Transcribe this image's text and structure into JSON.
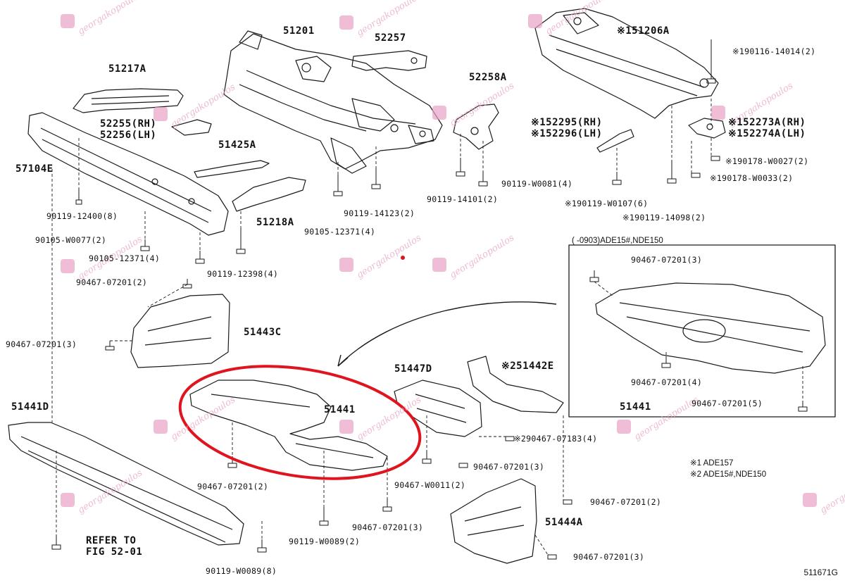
{
  "labels": {
    "p51201": "51201",
    "p52257": "52257",
    "p51217a": "51217A",
    "p52258a": "52258A",
    "p151206a": "※151206A",
    "p190116": "※190116-14014(2)",
    "p52255": "52255(RH)",
    "p52256": "52256(LH)",
    "p51425a": "51425A",
    "p57104e": "57104E",
    "p152295": "※152295(RH)",
    "p152296": "※152296(LH)",
    "p152273a": "※152273A(RH)",
    "p152274a": "※152274A(LH)",
    "p190178_27": "※190178-W0027(2)",
    "p190178_33": "※190178-W0033(2)",
    "p90119_w0081": "90119-W0081(4)",
    "p90119_14101": "90119-14101(2)",
    "p190119_w0107": "※190119-W0107(6)",
    "p190119_14098": "※190119-14098(2)",
    "p90119_12400": "90119-12400(8)",
    "p90119_14123": "90119-14123(2)",
    "p51218a": "51218A",
    "p90105_w0077": "90105-W0077(2)",
    "p90105_12371_4": "90105-12371(4)",
    "p90105_12371_4b": "90105-12371(4)",
    "p90119_12398": "90119-12398(4)",
    "p90467_07201_2a": "90467-07201(2)",
    "p51443c": "51443C",
    "p90467_07201_3a": "90467-07201(3)",
    "p51447d": "51447D",
    "p251442e": "※251442E",
    "p51441_main": "51441",
    "p51441d": "51441D",
    "p290467_07183": "※290467-07183(4)",
    "p90467_07201_3b": "90467-07201(3)",
    "p90467_07201_2b": "90467-07201(2)",
    "p90467_w0011": "90467-W0011(2)",
    "p90467_07201_3c": "90467-07201(3)",
    "p90467_07201_2c": "90467-07201(2)",
    "p51444a": "51444A",
    "p90119_w0089_2": "90119-W0089(2)",
    "p90119_w0089_8": "90119-W0089(8)",
    "p90467_07201_3d": "90467-07201(3)",
    "refer1": "REFER TO",
    "refer2": "FIG 52-01",
    "inset_3": "90467-07201(3)",
    "inset_4": "90467-07201(4)",
    "inset_51441": "51441",
    "inset_5": "90467-07201(5)"
  },
  "inset_title": "(    -0903)ADE15#,NDE150",
  "notes": {
    "n1": "※1  ADE157",
    "n2": "※2  ADE15#,NDE150"
  },
  "figure_code": "511671G",
  "watermark": "georgakopoulos",
  "colors": {
    "line": "#1a1a1a",
    "highlight": "#e0141e",
    "watermark": "#e8a3c5",
    "dot": "#e0141e"
  }
}
